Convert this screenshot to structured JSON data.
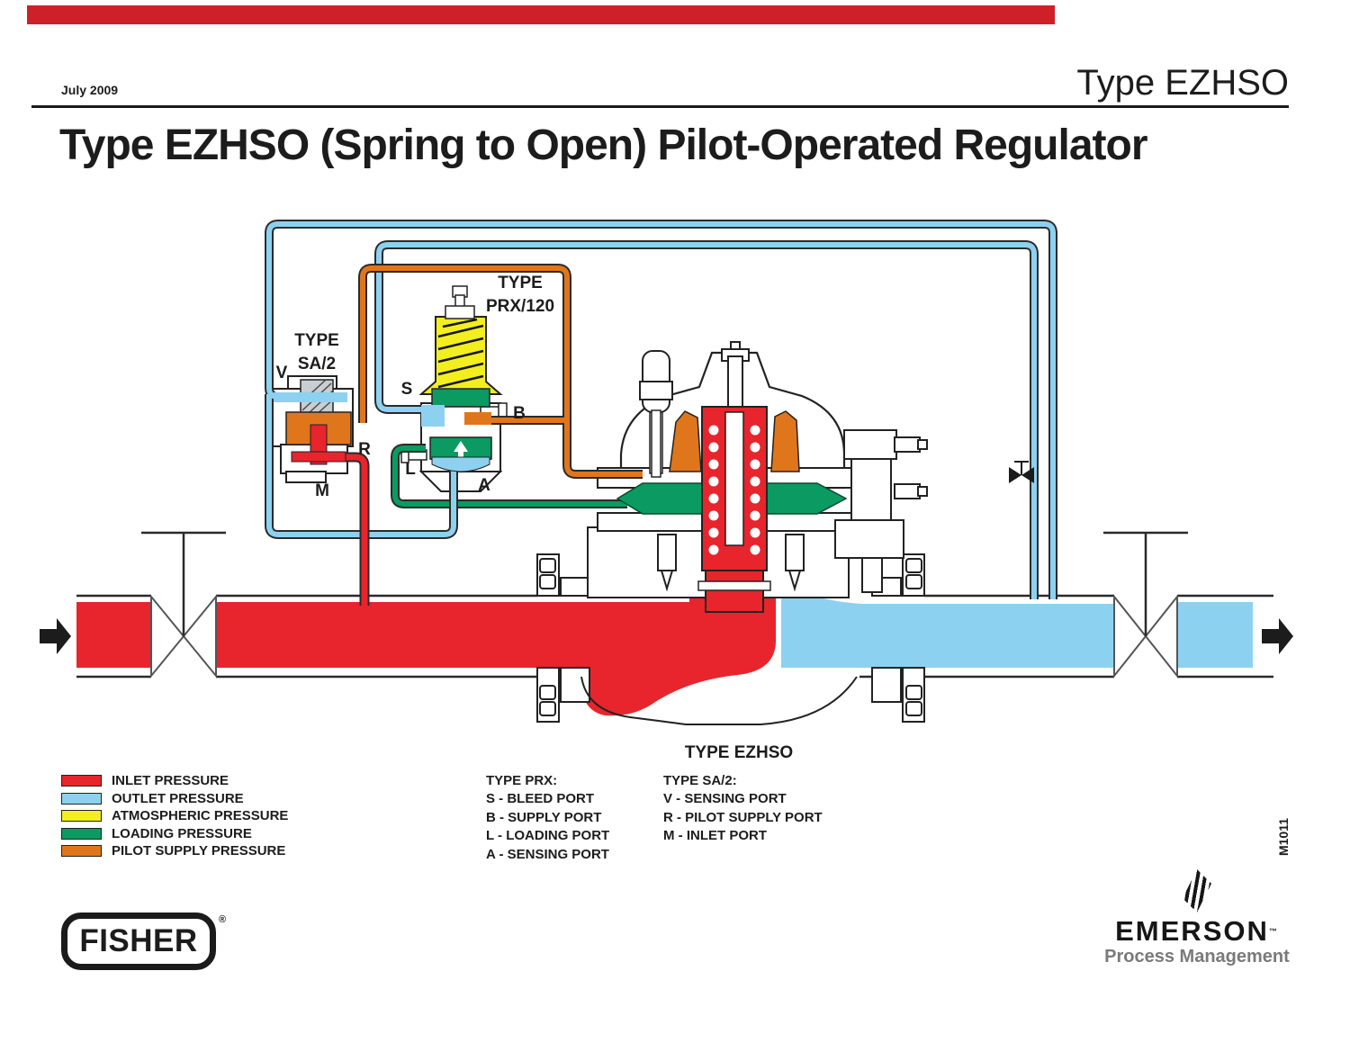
{
  "page": {
    "date": "July 2009",
    "doc_type": "Type EZHSO",
    "title": "Type EZHSO (Spring to Open) Pilot-Operated Regulator",
    "figure_code": "M1011",
    "accent_bar_color": "#CE2029"
  },
  "diagram": {
    "labels": {
      "sa2_type_line1": "TYPE",
      "sa2_type_line2": "SA/2",
      "prx_type_line1": "TYPE",
      "prx_type_line2": "PRX/120",
      "valve_caption": "TYPE EZHSO",
      "port_v": "V",
      "port_r": "R",
      "port_m": "M",
      "port_s": "S",
      "port_b": "B",
      "port_l": "L",
      "port_a": "A"
    },
    "colors": {
      "inlet": "#E8242C",
      "outlet": "#8DD1F0",
      "atmospheric": "#F3EE1E",
      "loading": "#0B9A61",
      "pilot_supply": "#E0761B"
    }
  },
  "legend": {
    "items": [
      {
        "label": "INLET PRESSURE",
        "color": "#E8242C"
      },
      {
        "label": "OUTLET PRESSURE",
        "color": "#8DD1F0"
      },
      {
        "label": "ATMOSPHERIC PRESSURE",
        "color": "#F3EE1E"
      },
      {
        "label": "LOADING PRESSURE",
        "color": "#0B9A61"
      },
      {
        "label": "PILOT SUPPLY PRESSURE",
        "color": "#E0761B"
      }
    ]
  },
  "ports": {
    "prx": {
      "heading": "TYPE PRX:",
      "items": [
        "S - BLEED PORT",
        "B - SUPPLY PORT",
        "L - LOADING PORT",
        "A - SENSING PORT"
      ]
    },
    "sa2": {
      "heading": "TYPE SA/2:",
      "items": [
        "V - SENSING PORT",
        "R - PILOT SUPPLY PORT",
        "M - INLET PORT"
      ]
    }
  },
  "footer": {
    "fisher_logo": "FISHER",
    "fisher_reg": "®",
    "emerson_logo": "EMERSON",
    "emerson_tm": "™",
    "emerson_tagline": "Process Management"
  }
}
